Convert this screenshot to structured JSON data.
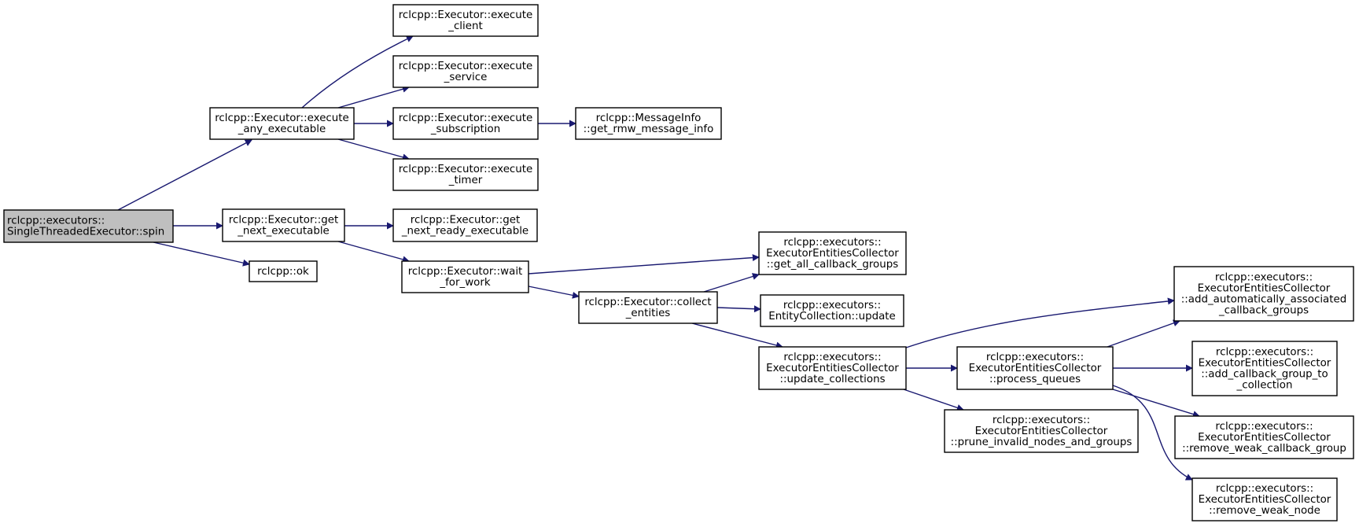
{
  "colors": {
    "edge": "#191970",
    "root_fill": "#bfbfbf",
    "node_fill": "#ffffff",
    "node_border": "#000000"
  },
  "nodes": [
    {
      "id": "spin",
      "lines": [
        "rclcpp::executors::",
        "SingleThreadedExecutor::spin"
      ],
      "root": true
    },
    {
      "id": "execute_any",
      "lines": [
        "rclcpp::Executor::execute",
        "_any_executable"
      ]
    },
    {
      "id": "get_next",
      "lines": [
        "rclcpp::Executor::get",
        "_next_executable"
      ]
    },
    {
      "id": "ok",
      "lines": [
        "rclcpp::ok"
      ]
    },
    {
      "id": "exec_client",
      "lines": [
        "rclcpp::Executor::execute",
        "_client"
      ]
    },
    {
      "id": "exec_service",
      "lines": [
        "rclcpp::Executor::execute",
        "_service"
      ]
    },
    {
      "id": "exec_sub",
      "lines": [
        "rclcpp::Executor::execute",
        "_subscription"
      ]
    },
    {
      "id": "exec_timer",
      "lines": [
        "rclcpp::Executor::execute",
        "_timer"
      ]
    },
    {
      "id": "get_next_ready",
      "lines": [
        "rclcpp::Executor::get",
        "_next_ready_executable"
      ]
    },
    {
      "id": "wait_for_work",
      "lines": [
        "rclcpp::Executor::wait",
        "_for_work"
      ]
    },
    {
      "id": "msg_info",
      "lines": [
        "rclcpp::MessageInfo",
        "::get_rmw_message_info"
      ]
    },
    {
      "id": "get_all_cb",
      "lines": [
        "rclcpp::executors::",
        "ExecutorEntitiesCollector",
        "::get_all_callback_groups"
      ]
    },
    {
      "id": "collect",
      "lines": [
        "rclcpp::Executor::collect",
        "_entities"
      ]
    },
    {
      "id": "ec_update",
      "lines": [
        "rclcpp::executors::",
        "EntityCollection::update"
      ]
    },
    {
      "id": "update_coll",
      "lines": [
        "rclcpp::executors::",
        "ExecutorEntitiesCollector",
        "::update_collections"
      ]
    },
    {
      "id": "process_q",
      "lines": [
        "rclcpp::executors::",
        "ExecutorEntitiesCollector",
        "::process_queues"
      ]
    },
    {
      "id": "prune",
      "lines": [
        "rclcpp::executors::",
        "ExecutorEntitiesCollector",
        "::prune_invalid_nodes_and_groups"
      ]
    },
    {
      "id": "add_auto",
      "lines": [
        "rclcpp::executors::",
        "ExecutorEntitiesCollector",
        "::add_automatically_associated",
        "_callback_groups"
      ]
    },
    {
      "id": "add_cb_to",
      "lines": [
        "rclcpp::executors::",
        "ExecutorEntitiesCollector",
        "::add_callback_group_to",
        "_collection"
      ]
    },
    {
      "id": "remove_weak_cb",
      "lines": [
        "rclcpp::executors::",
        "ExecutorEntitiesCollector",
        "::remove_weak_callback_group"
      ]
    },
    {
      "id": "remove_weak_node",
      "lines": [
        "rclcpp::executors::",
        "ExecutorEntitiesCollector",
        "::remove_weak_node"
      ]
    }
  ],
  "edges": [
    {
      "from": "spin",
      "to": "execute_any"
    },
    {
      "from": "spin",
      "to": "get_next"
    },
    {
      "from": "spin",
      "to": "ok"
    },
    {
      "from": "execute_any",
      "to": "exec_client"
    },
    {
      "from": "execute_any",
      "to": "exec_service"
    },
    {
      "from": "execute_any",
      "to": "exec_sub"
    },
    {
      "from": "execute_any",
      "to": "exec_timer"
    },
    {
      "from": "exec_sub",
      "to": "msg_info"
    },
    {
      "from": "get_next",
      "to": "get_next_ready"
    },
    {
      "from": "get_next",
      "to": "wait_for_work"
    },
    {
      "from": "wait_for_work",
      "to": "get_all_cb"
    },
    {
      "from": "wait_for_work",
      "to": "collect"
    },
    {
      "from": "collect",
      "to": "get_all_cb"
    },
    {
      "from": "collect",
      "to": "ec_update"
    },
    {
      "from": "collect",
      "to": "update_coll"
    },
    {
      "from": "update_coll",
      "to": "add_auto"
    },
    {
      "from": "update_coll",
      "to": "process_q"
    },
    {
      "from": "update_coll",
      "to": "prune"
    },
    {
      "from": "process_q",
      "to": "add_auto"
    },
    {
      "from": "process_q",
      "to": "add_cb_to"
    },
    {
      "from": "process_q",
      "to": "remove_weak_cb"
    },
    {
      "from": "process_q",
      "to": "remove_weak_node"
    }
  ]
}
